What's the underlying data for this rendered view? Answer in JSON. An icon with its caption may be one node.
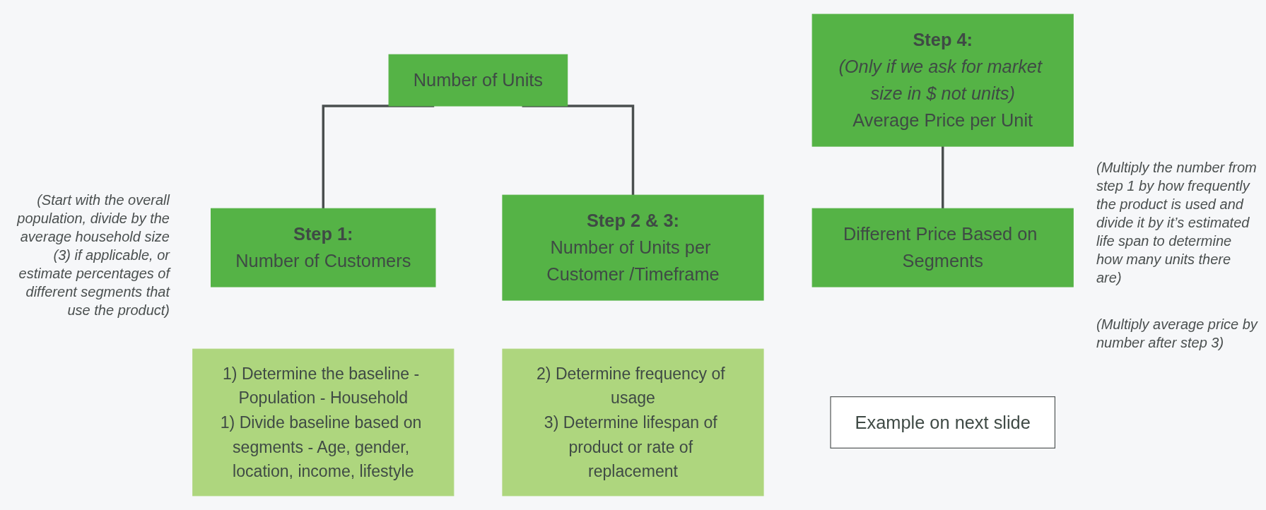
{
  "diagram": {
    "nodes": [
      {
        "text": [
          "Number of Units"
        ]
      },
      {
        "text": [
          "Step 1:",
          "Number of Customers"
        ]
      },
      {
        "text": [
          "Step 2 & 3:",
          "Number of Units per Customer /Timeframe"
        ]
      },
      {
        "text": [
          "1) Determine the baseline - Population - Household",
          "1) Divide baseline based on segments - Age, gender, location, income, lifestyle"
        ]
      },
      {
        "text": [
          "2) Determine frequency of usage",
          "3) Determine lifespan of product or rate of replacement"
        ]
      },
      {
        "text": [
          "Step 4:",
          "(Only if we ask for market size in $ not units)",
          "Average Price per Unit"
        ]
      },
      {
        "text": [
          "Different Price Based on Segments"
        ]
      },
      {
        "text": [
          "Example on next slide"
        ]
      }
    ],
    "edges": [
      {
        "from": 0,
        "to": 1,
        "arrow": "none"
      },
      {
        "from": 0,
        "to": 2,
        "arrow": "none"
      },
      {
        "from": 5,
        "to": 6,
        "arrow": "none"
      }
    ],
    "labels": [
      "(Start with the overall population, divide by the average household size (3)  if applicable, or estimate percentages of different segments that use the product)",
      "(Multiply the number from step 1 by how frequently the product is used and divide it by it’s estimated life span to determine how many units there are)",
      "(Multiply average price by number after step 3)"
    ]
  }
}
